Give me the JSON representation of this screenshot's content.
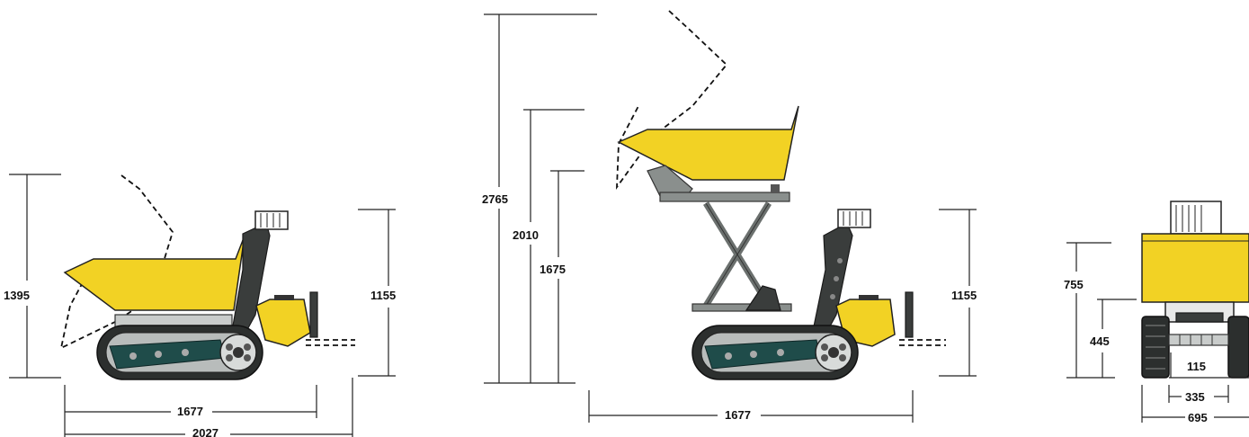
{
  "views": {
    "side_standard": {
      "height_tipped": "1395",
      "height_handle": "1155",
      "length_body": "1677",
      "length_total": "2027"
    },
    "side_high_tip": {
      "height_max": "2765",
      "height_tipped": "2010",
      "height_discharge": "1675",
      "height_handle": "1155",
      "length_body": "1677"
    },
    "front": {
      "height_top": "755",
      "height_frame": "445",
      "ground_clearance": "115",
      "track_gap": "335",
      "width_total": "695"
    }
  },
  "colors": {
    "body_yellow": "#f2d224",
    "frame_dark": "#3a3d3c",
    "track_teal": "#1f4c4a"
  }
}
